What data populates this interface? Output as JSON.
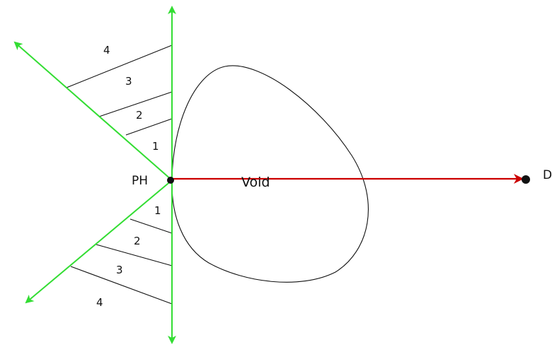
{
  "diagram": {
    "labels": {
      "ph": "PH",
      "d": "D",
      "void": "Void"
    },
    "upper_zones": [
      "4",
      "3",
      "2",
      "1"
    ],
    "lower_zones": [
      "1",
      "2",
      "3",
      "4"
    ],
    "colors": {
      "boundary_lines": "#33dd33",
      "ray": "#cc0000",
      "ink": "#111111"
    }
  }
}
